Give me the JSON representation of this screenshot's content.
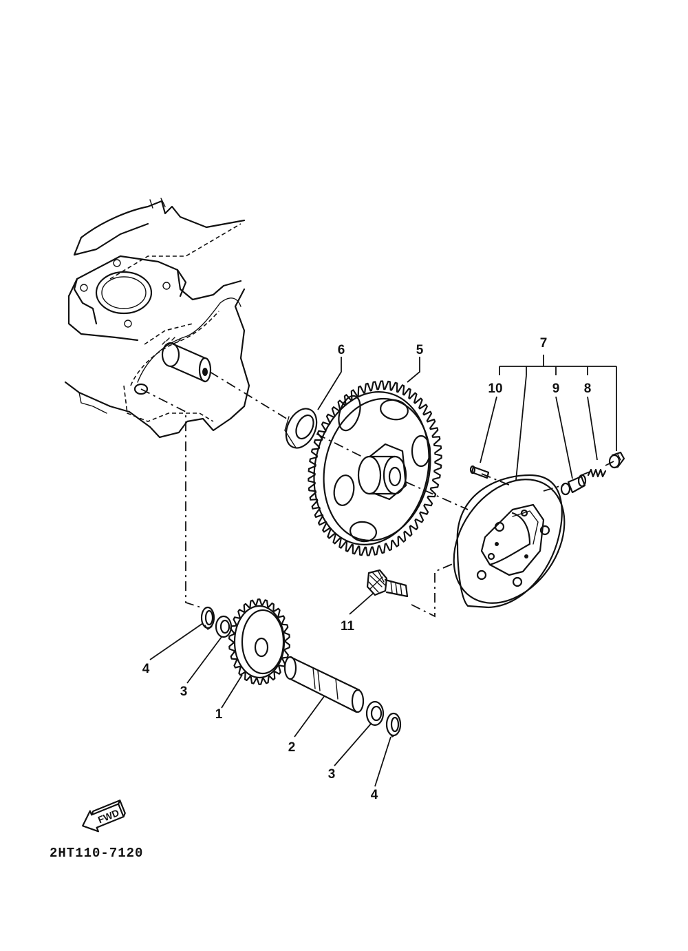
{
  "diagram": {
    "part_code": "2HT110-7120",
    "fwd_label": "FWD",
    "callouts": [
      {
        "id": "c1",
        "label": "1"
      },
      {
        "id": "c2",
        "label": "2"
      },
      {
        "id": "c3a",
        "label": "3"
      },
      {
        "id": "c3b",
        "label": "3"
      },
      {
        "id": "c4a",
        "label": "4"
      },
      {
        "id": "c4b",
        "label": "4"
      },
      {
        "id": "c5",
        "label": "5"
      },
      {
        "id": "c6",
        "label": "6"
      },
      {
        "id": "c7",
        "label": "7"
      },
      {
        "id": "c8",
        "label": "8"
      },
      {
        "id": "c9",
        "label": "9"
      },
      {
        "id": "c10",
        "label": "10"
      },
      {
        "id": "c11",
        "label": "11"
      }
    ]
  }
}
